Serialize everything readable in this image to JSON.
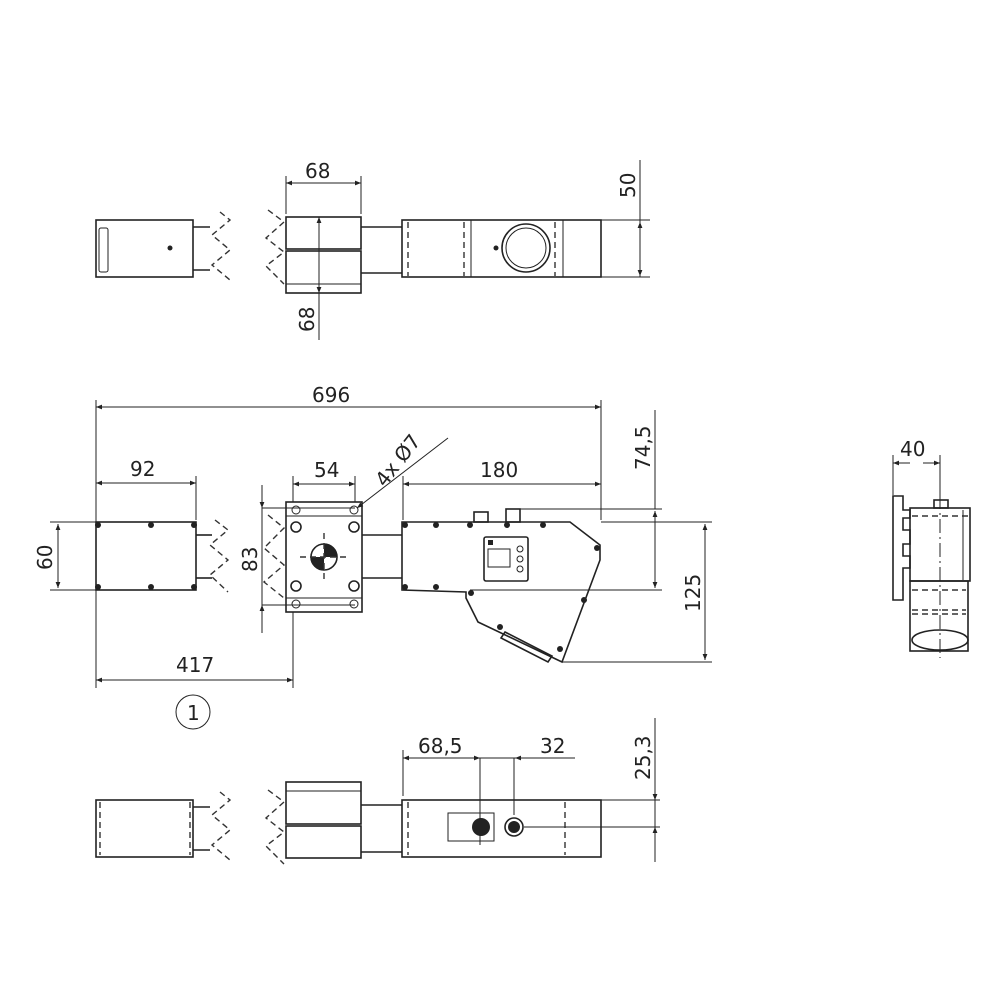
{
  "drawing": {
    "top_view": {
      "width_label": "68",
      "height_label": "68",
      "body_height_label": "50"
    },
    "front_view": {
      "overall_length_label": "696",
      "left_box_width_label": "92",
      "left_box_height_label": "60",
      "plate_hole_spacing_label": "54",
      "plate_height_label": "83",
      "hole_callout_label": "4x Ø7",
      "head_length_label": "180",
      "connector_height_label": "74,5",
      "head_height_label": "125",
      "mount_position_label": "417",
      "item_number": "1"
    },
    "bottom_view": {
      "connector1_label": "68,5",
      "connector2_label": "32",
      "connector_offset_label": "25,3"
    },
    "side_view": {
      "width_label": "40"
    }
  }
}
